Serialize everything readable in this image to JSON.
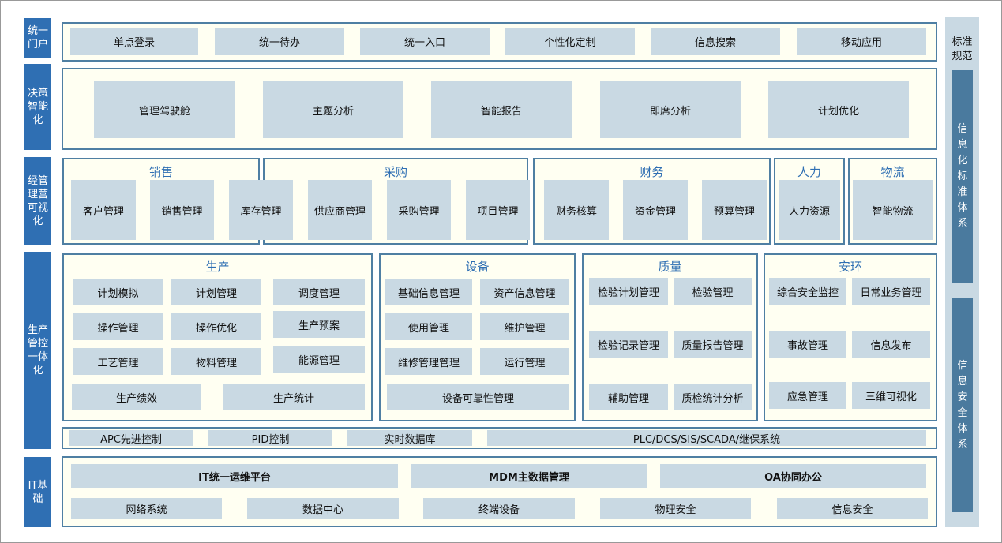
{
  "layers": {
    "portal": "统一门户",
    "decision": "决策智能化",
    "business": "经管理营可视化",
    "production": "生产管控一体化",
    "it": "IT基础"
  },
  "portal": [
    "单点登录",
    "统一待办",
    "统一入口",
    "个性化定制",
    "信息搜索",
    "移动应用"
  ],
  "decision": [
    "管理驾驶舱",
    "主题分析",
    "智能报告",
    "即席分析",
    "计划优化"
  ],
  "business": {
    "sales": {
      "title": "销售",
      "items": [
        "客户管理",
        "销售管理",
        "库存管理"
      ]
    },
    "purchase": {
      "title": "采购",
      "items": [
        "供应商管理",
        "采购管理",
        "项目管理"
      ]
    },
    "finance": {
      "title": "财务",
      "items": [
        "财务核算",
        "资金管理",
        "预算管理"
      ]
    },
    "hr": {
      "title": "人力",
      "items": [
        "人力资源"
      ]
    },
    "logistics": {
      "title": "物流",
      "items": [
        "智能物流"
      ]
    }
  },
  "production": {
    "prod": {
      "title": "生产",
      "items": [
        "计划模拟",
        "计划管理",
        "调度管理",
        "操作管理",
        "操作优化",
        "生产预案",
        "工艺管理",
        "物料管理",
        "能源管理",
        "生产绩效",
        "生产统计"
      ]
    },
    "equip": {
      "title": "设备",
      "items": [
        "基础信息管理",
        "资产信息管理",
        "使用管理",
        "维护管理",
        "维修管理管理",
        "运行管理",
        "设备可靠性管理"
      ]
    },
    "quality": {
      "title": "质量",
      "items": [
        "检验计划管理",
        "检验管理",
        "检验记录管理",
        "质量报告管理",
        "辅助管理",
        "质检统计分析"
      ]
    },
    "safety": {
      "title": "安环",
      "items": [
        "综合安全监控",
        "日常业务管理",
        "事故管理",
        "信息发布",
        "应急管理",
        "三维可视化"
      ]
    }
  },
  "control": [
    "APC先进控制",
    "PID控制",
    "实时数据库",
    "PLC/DCS/SIS/SCADA/继保系统"
  ],
  "it": {
    "row1": [
      "IT统一运维平台",
      "MDM主数据管理",
      "OA协同办公"
    ],
    "row2": [
      "网络系统",
      "数据中心",
      "终端设备",
      "物理安全",
      "信息安全"
    ]
  },
  "standards": {
    "title": "标准规范",
    "bar1": "信息化标准体系",
    "bar2": "信息安全体系"
  }
}
